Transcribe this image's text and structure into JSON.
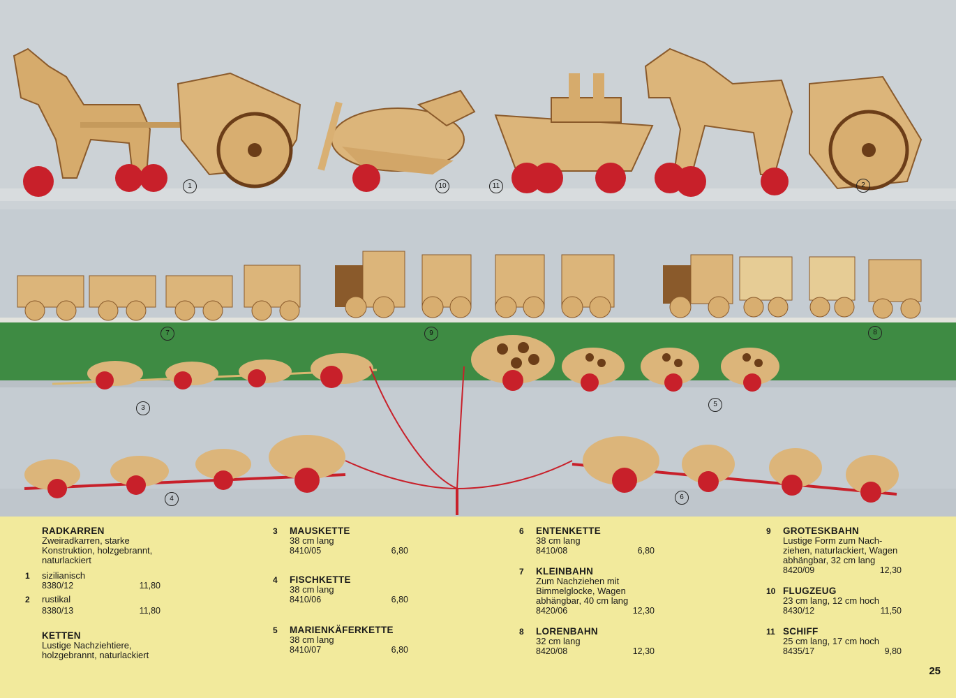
{
  "photo_labels": [
    "1",
    "10",
    "11",
    "2",
    "7",
    "9",
    "8",
    "3",
    "5",
    "4",
    "6"
  ],
  "colors": {
    "background_shelf": "#c7cdd2",
    "green_shelf": "#3e8b43",
    "panel": "#f2ea9c",
    "wood": "#dcb57a",
    "wheel": "#c8202a"
  },
  "col1": {
    "radkarren_title": "RADKARREN",
    "radkarren_desc1": "Zweiradkarren, starke",
    "radkarren_desc2": "Konstruktion, holzgebrannt,",
    "radkarren_desc3": "naturlackiert",
    "item1_num": "1",
    "item1_name": "sizilianisch",
    "item1_code": "8380/12",
    "item1_price": "11,80",
    "item2_num": "2",
    "item2_name": "rustikal",
    "item2_code": "8380/13",
    "item2_price": "11,80",
    "ketten_title": "KETTEN",
    "ketten_desc1": "Lustige Nachziehtiere,",
    "ketten_desc2": "holzgebrannt, naturlackiert"
  },
  "col2": {
    "i3_num": "3",
    "i3_title": "MAUSKETTE",
    "i3_desc": "38 cm lang",
    "i3_code": "8410/05",
    "i3_price": "6,80",
    "i4_num": "4",
    "i4_title": "FISCHKETTE",
    "i4_desc": "38 cm lang",
    "i4_code": "8410/06",
    "i4_price": "6,80",
    "i5_num": "5",
    "i5_title": "MARIENKÄFERKETTE",
    "i5_desc": "38 cm lang",
    "i5_code": "8410/07",
    "i5_price": "6,80"
  },
  "col3": {
    "i6_num": "6",
    "i6_title": "ENTENKETTE",
    "i6_desc": "38 cm lang",
    "i6_code": "8410/08",
    "i6_price": "6,80",
    "i7_num": "7",
    "i7_title": "KLEINBAHN",
    "i7_desc1": "Zum Nachziehen mit",
    "i7_desc2": "Bimmelglocke, Wagen",
    "i7_desc3": "abhängbar, 40 cm lang",
    "i7_code": "8420/06",
    "i7_price": "12,30",
    "i8_num": "8",
    "i8_title": "LORENBAHN",
    "i8_desc": "32 cm lang",
    "i8_code": "8420/08",
    "i8_price": "12,30"
  },
  "col4": {
    "i9_num": "9",
    "i9_title": "GROTESKBAHN",
    "i9_desc1": "Lustige Form zum Nach-",
    "i9_desc2": "ziehen, naturlackiert, Wagen",
    "i9_desc3": "abhängbar, 32 cm lang",
    "i9_code": "8420/09",
    "i9_price": "12,30",
    "i10_num": "10",
    "i10_title": "FLUGZEUG",
    "i10_desc": "23 cm lang, 12 cm hoch",
    "i10_code": "8430/12",
    "i10_price": "11,50",
    "i11_num": "11",
    "i11_title": "SCHIFF",
    "i11_desc": "25 cm lang, 17 cm hoch",
    "i11_code": "8435/17",
    "i11_price": "9,80"
  },
  "page_number": "25"
}
